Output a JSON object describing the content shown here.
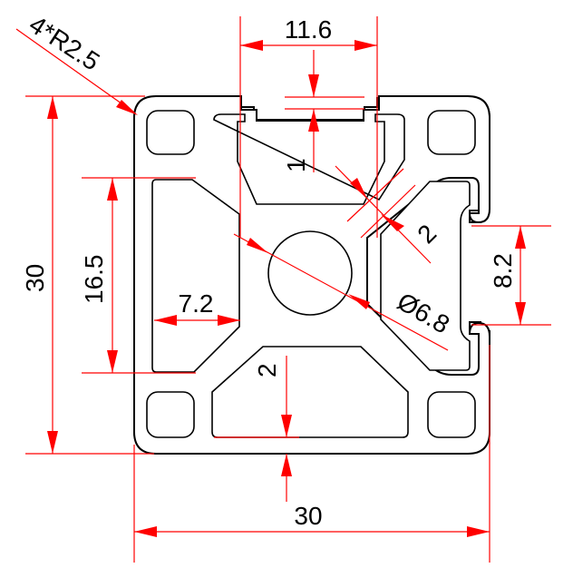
{
  "diagram": {
    "colors": {
      "profile_stroke": "#000000",
      "dimension_color": "#ff0000",
      "background": "#ffffff"
    },
    "dimensions": {
      "corner_radius": "4*R2.5",
      "slot_width": "11.6",
      "slot_lip": "1",
      "web_thickness": "2",
      "side_opening": "8.2",
      "center_bore": "Ø6.8",
      "overall_height": "30",
      "cavity_height": "16.5",
      "cavity_width": "7.2",
      "bottom_wall": "2",
      "overall_width": "30"
    }
  }
}
